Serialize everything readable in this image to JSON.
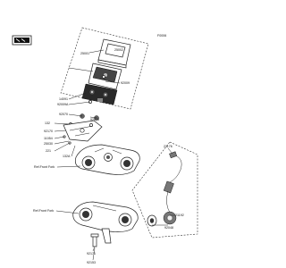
{
  "diagram": {
    "page_code": "F0006",
    "labels": {
      "l25002": "25002",
      "l25001": "25001",
      "l92009": "92009",
      "l14091": "14091",
      "l92009a": "92009A",
      "l92070a": "92070",
      "l92070b": "92070",
      "l92170": "92170",
      "l11054": "11054",
      "l132": "132",
      "l25030": "25030",
      "l221": "221",
      "l132a": "132A",
      "ref_front_fork_1": "Ref.Front Fork",
      "ref_front_fork_2": "Ref.Front Fork",
      "l21176": "21176",
      "l92048": "92048",
      "l21192": "21192",
      "l92171": "92171",
      "l92153": "92153"
    }
  }
}
